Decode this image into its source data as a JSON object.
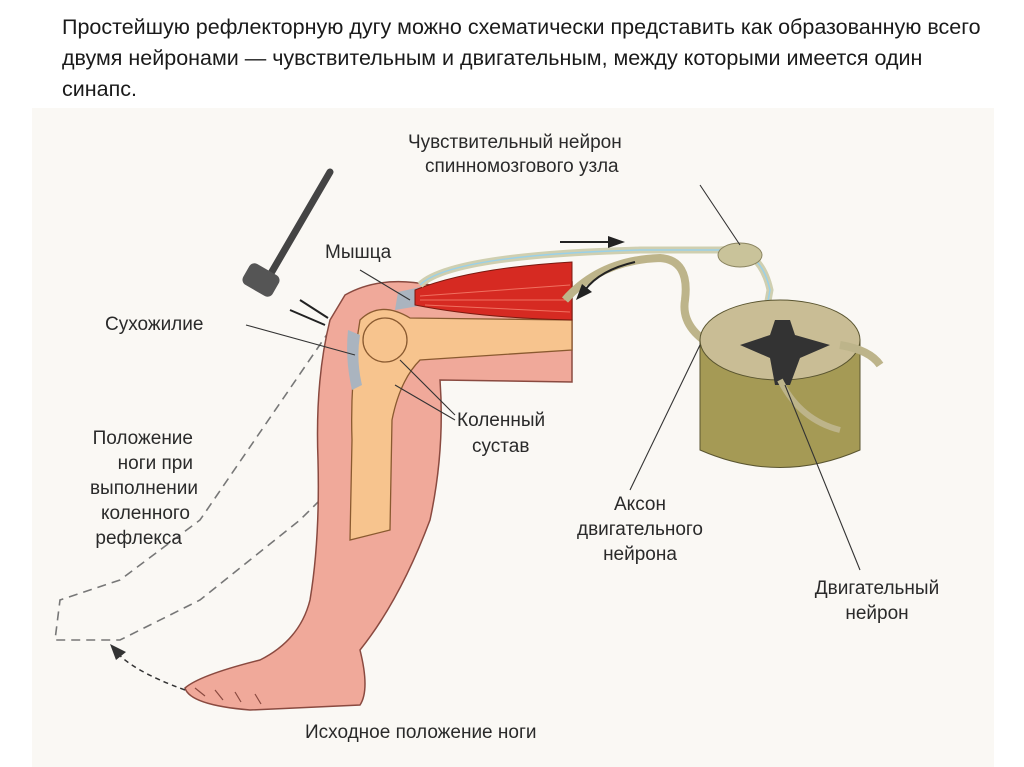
{
  "caption": "Простейшую рефлекторную дугу можно схематически представить как образованную всего двумя нейронами — чувствительным и двигательным, между которыми имеется один синапс.",
  "labels": {
    "sensory_neuron_1": "Чувствительный нейрон",
    "sensory_neuron_2": "спинномозгового узла",
    "muscle": "Мышца",
    "tendon": "Сухожилие",
    "knee_joint_1": "Коленный",
    "knee_joint_2": "сустав",
    "reflex_position": [
      "Положение",
      "ноги при",
      "выполнении",
      "коленного",
      "рефлекса"
    ],
    "axon_1": "Аксон",
    "axon_2": "двигательного",
    "axon_3": "нейрона",
    "motor_neuron_1": "Двигательный",
    "motor_neuron_2": "нейрон",
    "initial_position": "Исходное положение ноги"
  }
}
